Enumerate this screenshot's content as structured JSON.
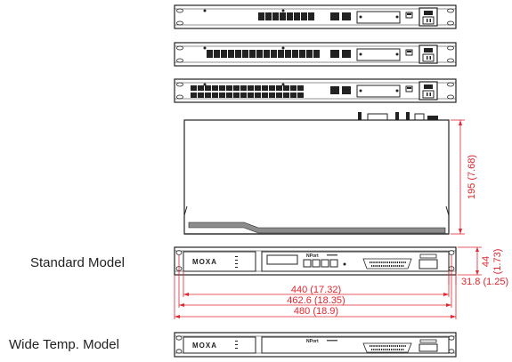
{
  "labels": {
    "standard_model": "Standard Model",
    "wide_temp_model": "Wide Temp. Model"
  },
  "dimensions": {
    "depth": "195 (7.68)",
    "height_mm": "44",
    "height_in": "(1.73)",
    "bracket": "31.8 (1.25)",
    "width_body": "440 (17.32)",
    "width_holes": "462.6 (18.35)",
    "width_total": "480 (18.9)"
  },
  "device_text": {
    "brand": "MOXA",
    "product": "NPort"
  },
  "colors": {
    "dimension": "#e0262f",
    "outline": "#222222",
    "stripe": "#8c8c8c"
  }
}
